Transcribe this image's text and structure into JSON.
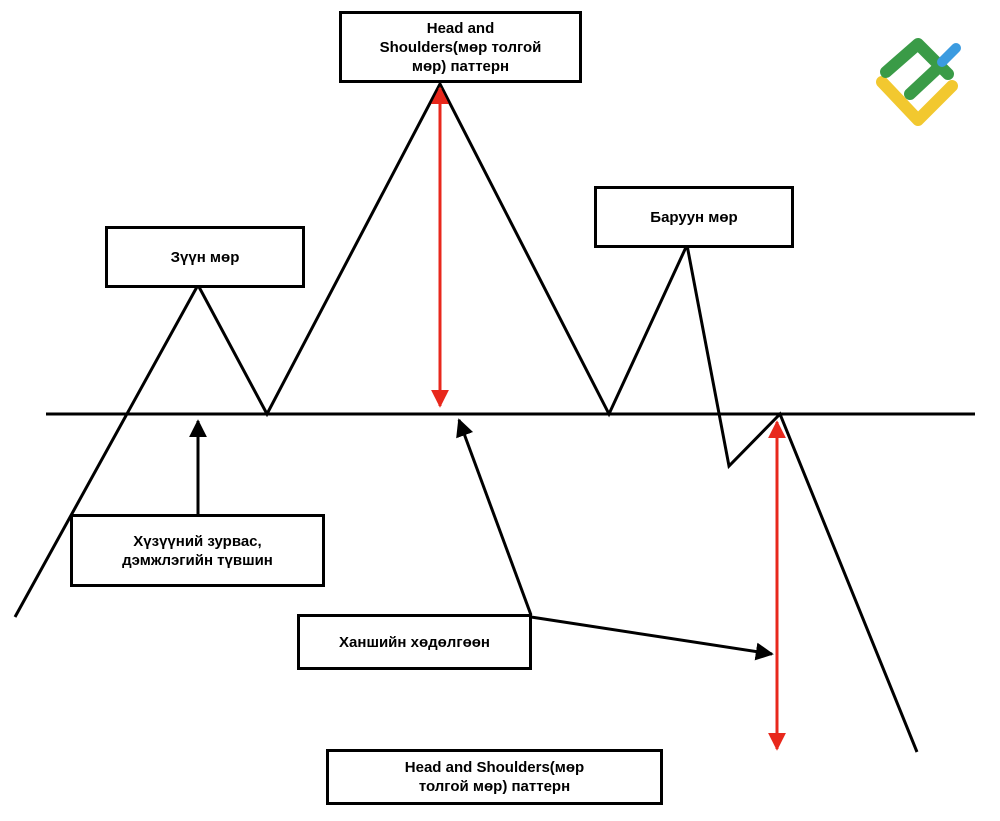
{
  "labels": {
    "top_title": "Head and\nShoulders(мөр толгой\nмөр) паттерн",
    "left_shoulder": "Зүүн мөр",
    "right_shoulder": "Баруун мөр",
    "neckline": "Хүзүүний зурвас,\nдэмжлэгийн түвшин",
    "price_movement": "Ханшийн хөдөлгөөн",
    "bottom_title": "Head and Shoulders(мөр\nтолгой мөр) паттерн"
  },
  "colors": {
    "line": "#000000",
    "measure_arrow": "#e8281c",
    "logo_green": "#3a9b47",
    "logo_yellow": "#f2c82f",
    "logo_blue": "#3b9be0"
  },
  "logo": {
    "icon": "brand-logo-icon"
  }
}
